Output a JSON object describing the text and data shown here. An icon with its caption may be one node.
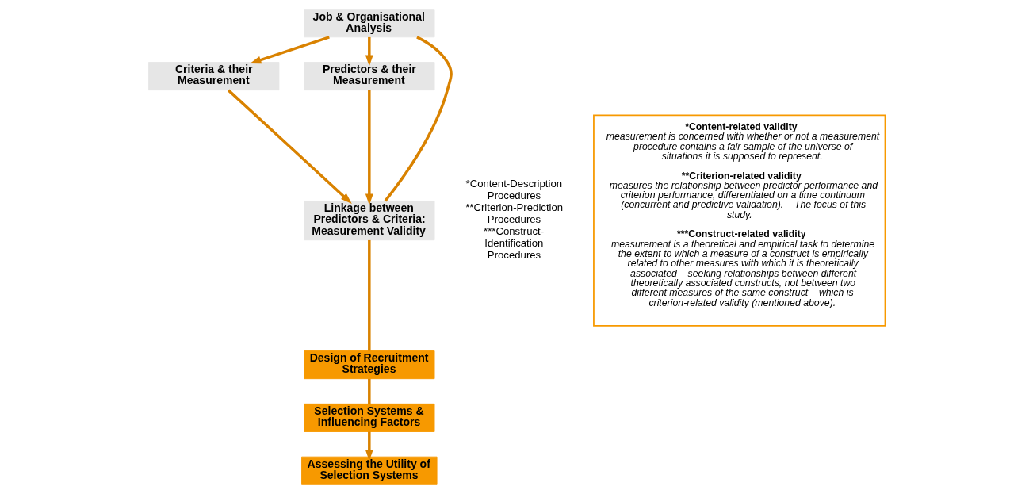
{
  "diagram": {
    "nodes": [
      {
        "text": [
          "Job & Organisational Analysis"
        ]
      },
      {
        "text": [
          "Criteria & their Measurement"
        ]
      },
      {
        "text": [
          "Predictors & their Measurement"
        ]
      },
      {
        "text": [
          "Linkage between Predictors & Criteria: Measurement Validity"
        ],
        "beside": [
          "*Content-Description Procedures",
          "**Criterion-Prediction Procedures",
          "***Construct-Identification Procedures"
        ]
      },
      {
        "text": [
          "Design of Recruitment Strategies"
        ]
      },
      {
        "text": [
          "Selection Systems & Influencing Factors"
        ]
      },
      {
        "text": [
          "Assessing the Utility of Selection Systems"
        ]
      },
      {
        "text": [
          "*Content-related validity",
          "measurement is concerned with whether or not a measurement procedure contains a fair sample of the universe of situations it is supposed to represent.",
          "**Criterion-related validity",
          "measures the relationship between predictor performance and criterion performance, differentiated on a time continuum (concurrent and predictive validation). – The focus of this study.",
          "***Construct-related validity",
          "measurement is a theoretical and empirical task to determine the extent to which a measure of a construct is empirically related to other measures with which it is theoretically associated – seeking relationships between different theoretically associated constructs, not between two different measures of the same construct – which is criterion-related validity (mentioned above)."
        ]
      }
    ],
    "edges": [
      {
        "from": 0,
        "to": 1,
        "arrow": "to"
      },
      {
        "from": 0,
        "to": 2,
        "arrow": "to"
      },
      {
        "from": 1,
        "to": 3,
        "arrow": "to"
      },
      {
        "from": 2,
        "to": 3,
        "arrow": "to"
      },
      {
        "from": 0,
        "to": 3,
        "arrow": "none"
      },
      {
        "from": 3,
        "to": 4,
        "arrow": "none"
      },
      {
        "from": 4,
        "to": 5,
        "arrow": "none"
      },
      {
        "from": 5,
        "to": 6,
        "arrow": "to"
      }
    ]
  }
}
